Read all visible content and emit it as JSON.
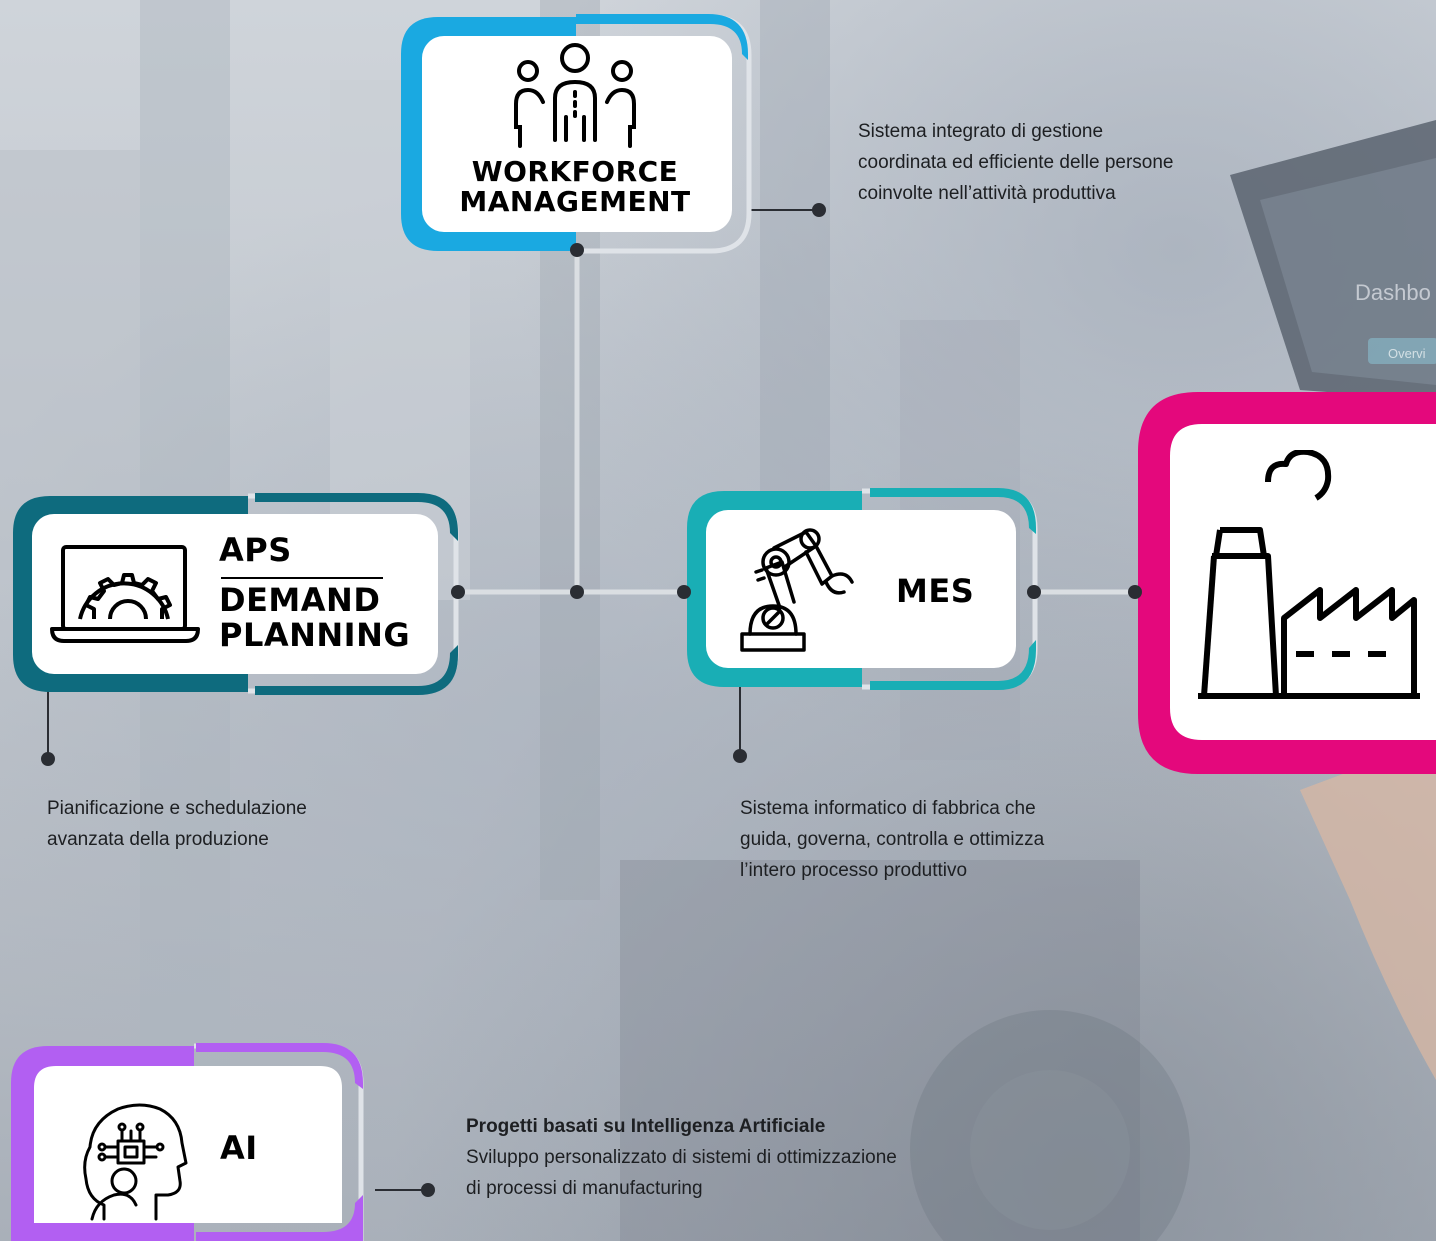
{
  "colors": {
    "workforce": "#1aa9e1",
    "aps": "#0e6b7e",
    "mes": "#19aeb5",
    "factory": "#e4087c",
    "ai": "#b25ff2",
    "connector": "#d9dde1",
    "dot": "#2a2d33"
  },
  "workforce": {
    "title_line1": "WORKFORCE",
    "title_line2": "MANAGEMENT",
    "icon": "people-group-icon",
    "desc": [
      "Sistema integrato di gestione",
      "coordinata ed efficiente delle persone",
      "coinvolte nell’attività produttiva"
    ]
  },
  "aps": {
    "title_line1": "APS",
    "title_line2": "DEMAND",
    "title_line3": "PLANNING",
    "icon": "laptop-gear-icon",
    "desc": [
      "Pianificazione e schedulazione",
      "avanzata della produzione"
    ]
  },
  "mes": {
    "title": "MES",
    "icon": "robot-arm-icon",
    "desc": [
      "Sistema informatico di fabbrica che",
      "guida, governa, controlla e ottimizza",
      "l’intero processo produttivo"
    ]
  },
  "factory": {
    "icon": "factory-icon"
  },
  "ai": {
    "title": "AI",
    "icon": "ai-head-icon",
    "desc_bold": "Progetti basati su Intelligenza Artificiale",
    "desc": [
      "Sviluppo personalizzato di sistemi di ottimizzazione",
      "di processi di manufacturing"
    ]
  },
  "background": {
    "tablet_text_1": "Dashbo",
    "tablet_text_2": "Overvi"
  }
}
